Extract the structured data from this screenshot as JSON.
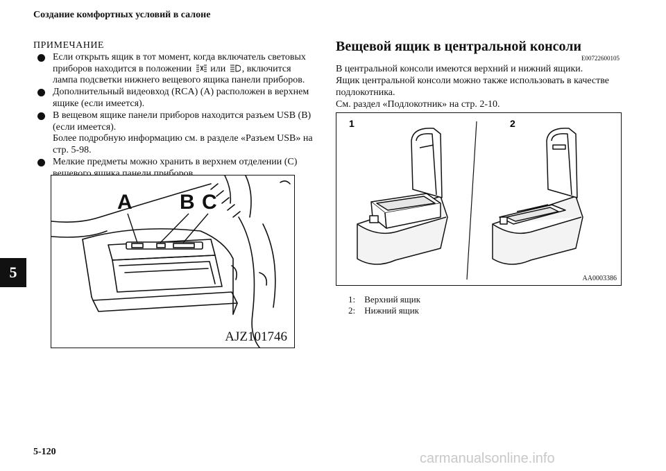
{
  "header": {
    "title": "Создание комфортных условий в салоне"
  },
  "side_tab": {
    "label": "5"
  },
  "footer": {
    "page_number": "5-120",
    "watermark": "carmanualsonline.info"
  },
  "note": {
    "title": "ПРИМЕЧАНИЕ",
    "bullets": [
      {
        "parts": [
          "Если открыть ящик в тот момент, когда включатель световых приборов находится в положении",
          "или",
          ", включится лампа подсветки нижнего вещевого ящика панели приборов."
        ],
        "icons": [
          "parking-lights-icon",
          "headlights-icon"
        ]
      },
      {
        "text": "Дополнительный видеовход (RCA) (A) расположен в верхнем ящике (если имеется)."
      },
      {
        "lines": [
          "В вещевом ящике панели приборов находится разъем USB (B) (если имеется).",
          "Более подробную информацию см. в разделе «Разъем USB» на стр. 5-98."
        ]
      },
      {
        "text": "Мелкие предметы можно хранить в верхнем отделении (C) вещевого ящика панели приборов."
      }
    ]
  },
  "figure_a": {
    "labels": [
      "A",
      "B",
      "C"
    ],
    "code": "AJZ101746"
  },
  "section": {
    "title": "Вещевой ящик в центральной консоли",
    "code": "E00722600105",
    "paragraphs": [
      "В центральной консоли имеются верхний и нижний ящики.",
      "Ящик центральной консоли можно также использовать в качестве подлокотника.",
      "См. раздел «Подлокотник» на стр. 2-10."
    ]
  },
  "figure_b": {
    "labels": [
      "1",
      "2"
    ],
    "code": "AA0003386"
  },
  "captions": [
    {
      "num": "1:",
      "text": "Верхний ящик"
    },
    {
      "num": "2:",
      "text": "Нижний ящик"
    }
  ]
}
